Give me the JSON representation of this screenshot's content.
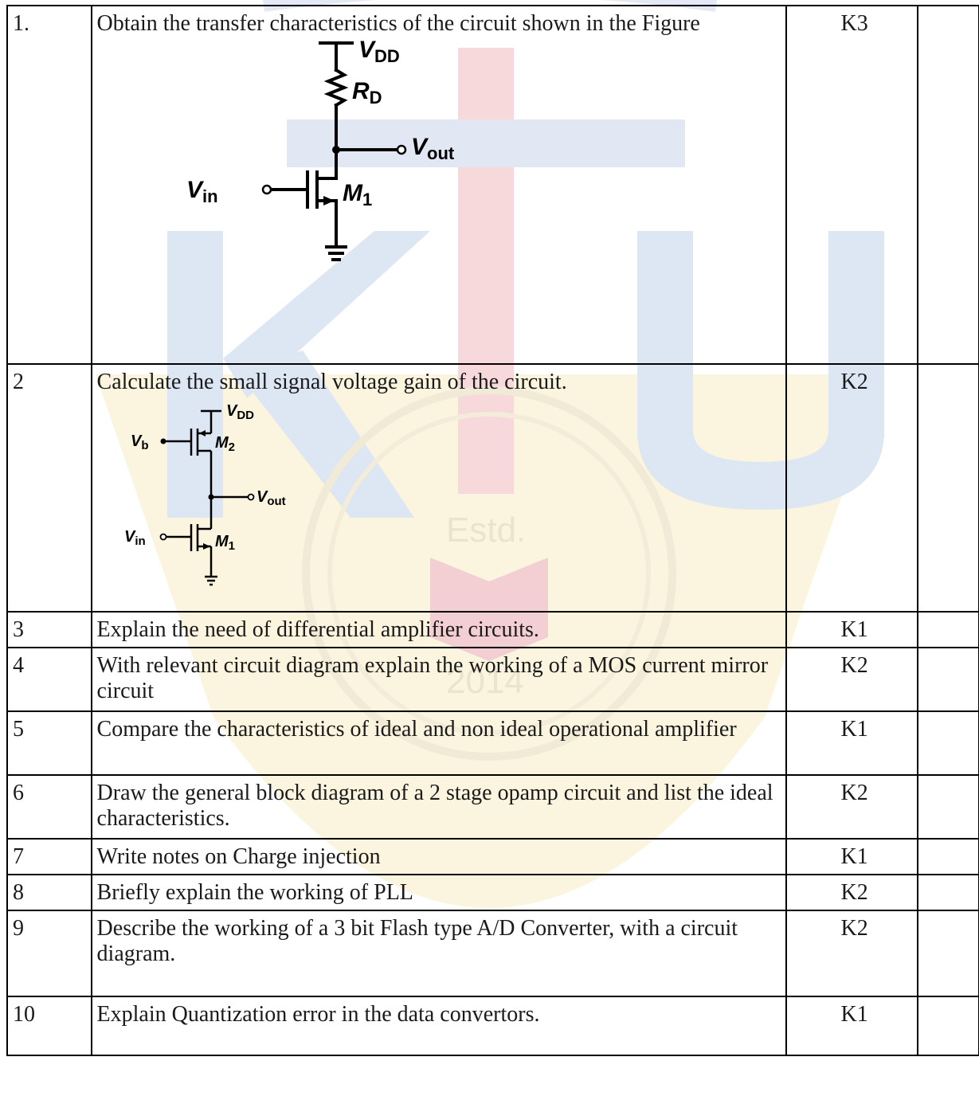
{
  "questions": [
    {
      "num": "1.",
      "text": "Obtain the transfer characteristics of the circuit shown in the Figure",
      "level": "K3",
      "marks": ""
    },
    {
      "num": "2",
      "text": "Calculate the small signal voltage gain of the circuit.",
      "level": "K2",
      "marks": ""
    },
    {
      "num": "3",
      "text": "Explain the need of differential amplifier circuits.",
      "level": "K1",
      "marks": ""
    },
    {
      "num": "4",
      "text": "With relevant circuit diagram explain the working of a MOS current mirror circuit",
      "level": "K2",
      "marks": ""
    },
    {
      "num": "5",
      "text": "Compare the characteristics of  ideal and non ideal operational amplifier",
      "level": "K1",
      "marks": ""
    },
    {
      "num": "6",
      "text": "Draw the general block diagram of a 2 stage opamp circuit and list the ideal characteristics.",
      "level": "K2",
      "marks": ""
    },
    {
      "num": "7",
      "text": "Write notes on Charge injection",
      "level": "K1",
      "marks": ""
    },
    {
      "num": "8",
      "text": "Briefly explain the working of PLL",
      "level": "K2",
      "marks": ""
    },
    {
      "num": "9",
      "text": "Describe the working of a 3 bit  Flash type A/D Converter, with a circuit diagram.",
      "level": "K2",
      "marks": ""
    },
    {
      "num": "10",
      "text": "Explain Quantization error in the data convertors.",
      "level": "K1",
      "marks": ""
    }
  ],
  "figure1": {
    "vdd": "V",
    "vdd_sub": "DD",
    "rd": "R",
    "rd_sub": "D",
    "vout": "V",
    "vout_sub": "out",
    "vin": "V",
    "vin_sub": "in",
    "m1": "M",
    "m1_sub": "1"
  },
  "figure2": {
    "vdd": "V",
    "vdd_sub": "DD",
    "vb": "V",
    "vb_sub": "b",
    "m2": "M",
    "m2_sub": "2",
    "vout": "V",
    "vout_sub": "out",
    "vin": "V",
    "vin_sub": "in",
    "m1": "M",
    "m1_sub": "1"
  },
  "watermark": {
    "logo_text": "KTU",
    "seal_text": "Estd.",
    "seal_year": "2014",
    "colors": {
      "blue": "#dde6f3",
      "red": "#f5d4d7",
      "gold": "#fbf3dd"
    }
  }
}
